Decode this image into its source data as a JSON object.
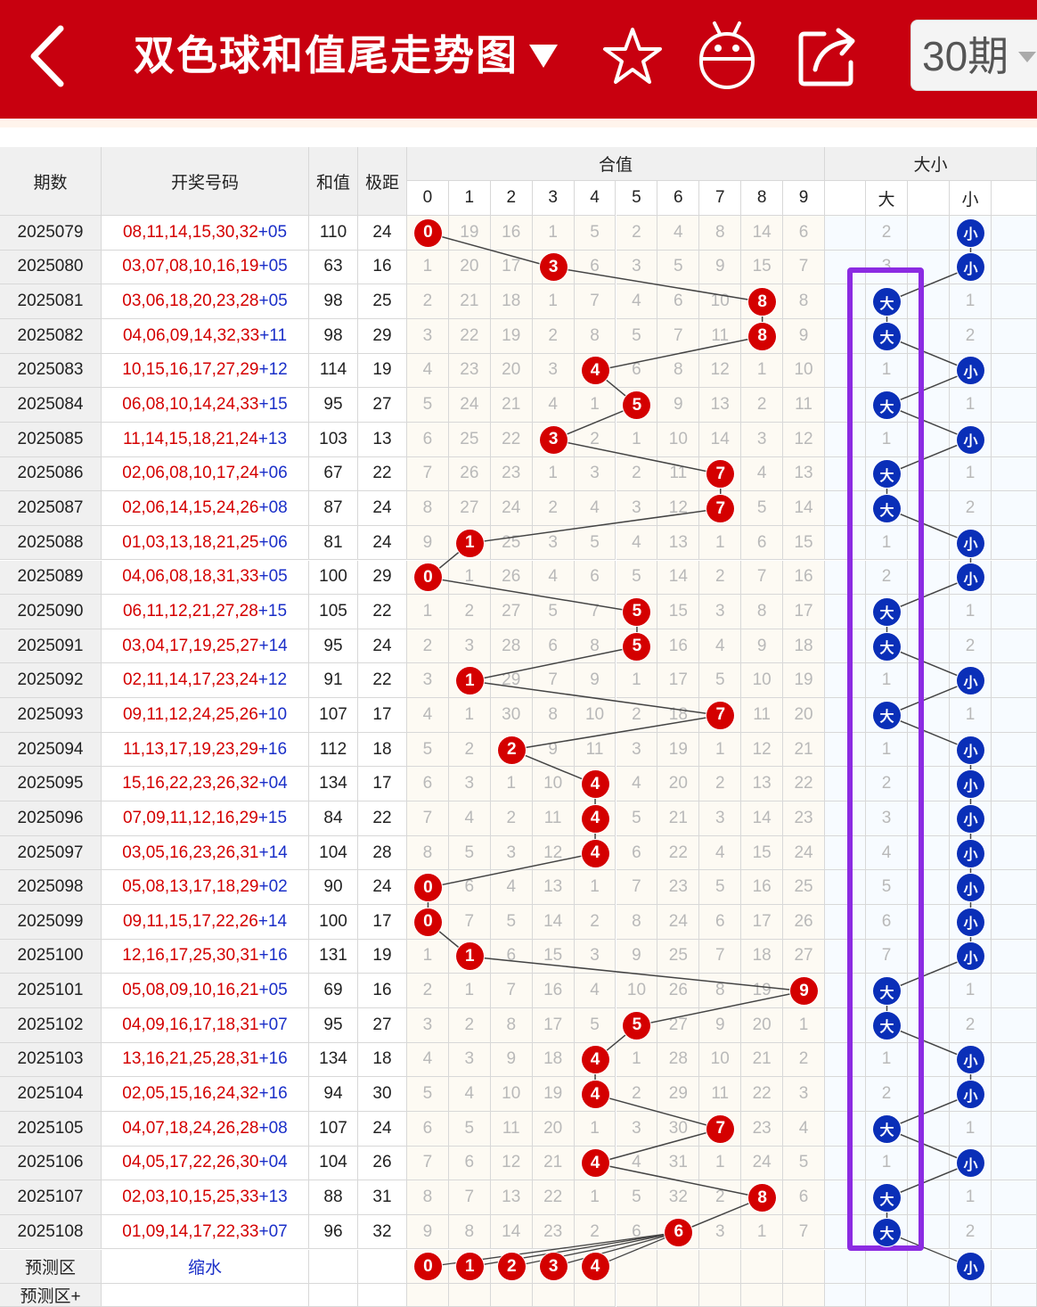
{
  "header": {
    "title": "双色球和值尾走势图",
    "period_label": "30期",
    "colors": {
      "bar": "#c8000f",
      "red_ball": "#d40000",
      "blue_ball": "#0a2fb8",
      "highlight": "#8b2be2"
    }
  },
  "table": {
    "headers": {
      "period": "期数",
      "numbers": "开奖号码",
      "sum": "和值",
      "span": "极距",
      "tail_group": "合值",
      "size_group": "大小",
      "big": "大",
      "small": "小"
    },
    "digits": [
      "0",
      "1",
      "2",
      "3",
      "4",
      "5",
      "6",
      "7",
      "8",
      "9"
    ],
    "rows": [
      {
        "period": "2025079",
        "reds": "08,11,14,15,30,32",
        "blue": "+05",
        "sum": "110",
        "span": "24",
        "tail": [
          0,
          19,
          16,
          1,
          5,
          2,
          4,
          8,
          14,
          6
        ],
        "big": 2,
        "small": "小"
      },
      {
        "period": "2025080",
        "reds": "03,07,08,10,16,19",
        "blue": "+05",
        "sum": "63",
        "span": "16",
        "tail": [
          1,
          20,
          17,
          3,
          6,
          3,
          5,
          9,
          15,
          7
        ],
        "big": 3,
        "small": "小"
      },
      {
        "period": "2025081",
        "reds": "03,06,18,20,23,28",
        "blue": "+05",
        "sum": "98",
        "span": "25",
        "tail": [
          2,
          21,
          18,
          1,
          7,
          4,
          6,
          10,
          8,
          8
        ],
        "big": "大",
        "small": 1
      },
      {
        "period": "2025082",
        "reds": "04,06,09,14,32,33",
        "blue": "+11",
        "sum": "98",
        "span": "29",
        "tail": [
          3,
          22,
          19,
          2,
          8,
          5,
          7,
          11,
          8,
          9
        ],
        "big": "大",
        "small": 2
      },
      {
        "period": "2025083",
        "reds": "10,15,16,17,27,29",
        "blue": "+12",
        "sum": "114",
        "span": "19",
        "tail": [
          4,
          23,
          20,
          3,
          4,
          6,
          8,
          12,
          1,
          10
        ],
        "big": 1,
        "small": "小"
      },
      {
        "period": "2025084",
        "reds": "06,08,10,14,24,33",
        "blue": "+15",
        "sum": "95",
        "span": "27",
        "tail": [
          5,
          24,
          21,
          4,
          1,
          5,
          9,
          13,
          2,
          11
        ],
        "big": "大",
        "small": 1
      },
      {
        "period": "2025085",
        "reds": "11,14,15,18,21,24",
        "blue": "+13",
        "sum": "103",
        "span": "13",
        "tail": [
          6,
          25,
          22,
          3,
          2,
          1,
          10,
          14,
          3,
          12
        ],
        "big": 1,
        "small": "小"
      },
      {
        "period": "2025086",
        "reds": "02,06,08,10,17,24",
        "blue": "+06",
        "sum": "67",
        "span": "22",
        "tail": [
          7,
          26,
          23,
          1,
          3,
          2,
          11,
          7,
          4,
          13
        ],
        "big": "大",
        "small": 1
      },
      {
        "period": "2025087",
        "reds": "02,06,14,15,24,26",
        "blue": "+08",
        "sum": "87",
        "span": "24",
        "tail": [
          8,
          27,
          24,
          2,
          4,
          3,
          12,
          7,
          5,
          14
        ],
        "big": "大",
        "small": 2
      },
      {
        "period": "2025088",
        "reds": "01,03,13,18,21,25",
        "blue": "+06",
        "sum": "81",
        "span": "24",
        "tail": [
          9,
          1,
          25,
          3,
          5,
          4,
          13,
          1,
          6,
          15
        ],
        "big": 1,
        "small": "小"
      },
      {
        "period": "2025089",
        "reds": "04,06,08,18,31,33",
        "blue": "+05",
        "sum": "100",
        "span": "29",
        "tail": [
          0,
          1,
          26,
          4,
          6,
          5,
          14,
          2,
          7,
          16
        ],
        "big": 2,
        "small": "小"
      },
      {
        "period": "2025090",
        "reds": "06,11,12,21,27,28",
        "blue": "+15",
        "sum": "105",
        "span": "22",
        "tail": [
          1,
          2,
          27,
          5,
          7,
          5,
          15,
          3,
          8,
          17
        ],
        "big": "大",
        "small": 1
      },
      {
        "period": "2025091",
        "reds": "03,04,17,19,25,27",
        "blue": "+14",
        "sum": "95",
        "span": "24",
        "tail": [
          2,
          3,
          28,
          6,
          8,
          5,
          16,
          4,
          9,
          18
        ],
        "big": "大",
        "small": 2
      },
      {
        "period": "2025092",
        "reds": "02,11,14,17,23,24",
        "blue": "+12",
        "sum": "91",
        "span": "22",
        "tail": [
          3,
          1,
          29,
          7,
          9,
          1,
          17,
          5,
          10,
          19
        ],
        "big": 1,
        "small": "小"
      },
      {
        "period": "2025093",
        "reds": "09,11,12,24,25,26",
        "blue": "+10",
        "sum": "107",
        "span": "17",
        "tail": [
          4,
          1,
          30,
          8,
          10,
          2,
          18,
          7,
          11,
          20
        ],
        "big": "大",
        "small": 1
      },
      {
        "period": "2025094",
        "reds": "11,13,17,19,23,29",
        "blue": "+16",
        "sum": "112",
        "span": "18",
        "tail": [
          5,
          2,
          2,
          9,
          11,
          3,
          19,
          1,
          12,
          21
        ],
        "big": 1,
        "small": "小"
      },
      {
        "period": "2025095",
        "reds": "15,16,22,23,26,32",
        "blue": "+04",
        "sum": "134",
        "span": "17",
        "tail": [
          6,
          3,
          1,
          10,
          4,
          4,
          20,
          2,
          13,
          22
        ],
        "big": 2,
        "small": "小"
      },
      {
        "period": "2025096",
        "reds": "07,09,11,12,16,29",
        "blue": "+15",
        "sum": "84",
        "span": "22",
        "tail": [
          7,
          4,
          2,
          11,
          4,
          5,
          21,
          3,
          14,
          23
        ],
        "big": 3,
        "small": "小"
      },
      {
        "period": "2025097",
        "reds": "03,05,16,23,26,31",
        "blue": "+14",
        "sum": "104",
        "span": "28",
        "tail": [
          8,
          5,
          3,
          12,
          4,
          6,
          22,
          4,
          15,
          24
        ],
        "big": 4,
        "small": "小"
      },
      {
        "period": "2025098",
        "reds": "05,08,13,17,18,29",
        "blue": "+02",
        "sum": "90",
        "span": "24",
        "tail": [
          0,
          6,
          4,
          13,
          1,
          7,
          23,
          5,
          16,
          25
        ],
        "big": 5,
        "small": "小"
      },
      {
        "period": "2025099",
        "reds": "09,11,15,17,22,26",
        "blue": "+14",
        "sum": "100",
        "span": "17",
        "tail": [
          0,
          7,
          5,
          14,
          2,
          8,
          24,
          6,
          17,
          26
        ],
        "big": 6,
        "small": "小"
      },
      {
        "period": "2025100",
        "reds": "12,16,17,25,30,31",
        "blue": "+16",
        "sum": "131",
        "span": "19",
        "tail": [
          1,
          1,
          6,
          15,
          3,
          9,
          25,
          7,
          18,
          27
        ],
        "big": 7,
        "small": "小"
      },
      {
        "period": "2025101",
        "reds": "05,08,09,10,16,21",
        "blue": "+05",
        "sum": "69",
        "span": "16",
        "tail": [
          2,
          1,
          7,
          16,
          4,
          10,
          26,
          8,
          19,
          9
        ],
        "big": "大",
        "small": 1
      },
      {
        "period": "2025102",
        "reds": "04,09,16,17,18,31",
        "blue": "+07",
        "sum": "95",
        "span": "27",
        "tail": [
          3,
          2,
          8,
          17,
          5,
          5,
          27,
          9,
          20,
          1
        ],
        "big": "大",
        "small": 2
      },
      {
        "period": "2025103",
        "reds": "13,16,21,25,28,31",
        "blue": "+16",
        "sum": "134",
        "span": "18",
        "tail": [
          4,
          3,
          9,
          18,
          4,
          1,
          28,
          10,
          21,
          2
        ],
        "big": 1,
        "small": "小"
      },
      {
        "period": "2025104",
        "reds": "02,05,15,16,24,32",
        "blue": "+16",
        "sum": "94",
        "span": "30",
        "tail": [
          5,
          4,
          10,
          19,
          4,
          2,
          29,
          11,
          22,
          3
        ],
        "big": 2,
        "small": "小"
      },
      {
        "period": "2025105",
        "reds": "04,07,18,24,26,28",
        "blue": "+08",
        "sum": "107",
        "span": "24",
        "tail": [
          6,
          5,
          11,
          20,
          1,
          3,
          30,
          7,
          23,
          4
        ],
        "big": "大",
        "small": 1
      },
      {
        "period": "2025106",
        "reds": "04,05,17,22,26,30",
        "blue": "+04",
        "sum": "104",
        "span": "26",
        "tail": [
          7,
          6,
          12,
          21,
          4,
          4,
          31,
          1,
          24,
          5
        ],
        "big": 1,
        "small": "小"
      },
      {
        "period": "2025107",
        "reds": "02,03,10,15,25,33",
        "blue": "+13",
        "sum": "88",
        "span": "31",
        "tail": [
          8,
          7,
          13,
          22,
          1,
          5,
          32,
          2,
          8,
          6
        ],
        "big": "大",
        "small": 1
      },
      {
        "period": "2025108",
        "reds": "01,09,14,17,22,33",
        "blue": "+07",
        "sum": "96",
        "span": "32",
        "tail": [
          9,
          8,
          14,
          23,
          2,
          6,
          6,
          3,
          1,
          7
        ],
        "big": "大",
        "small": 2
      }
    ],
    "hits": [
      0,
      3,
      8,
      8,
      4,
      5,
      3,
      7,
      7,
      1,
      0,
      5,
      5,
      1,
      7,
      2,
      4,
      4,
      4,
      0,
      0,
      1,
      9,
      5,
      4,
      4,
      7,
      4,
      8,
      6
    ],
    "size": [
      "小",
      "小",
      "大",
      "大",
      "小",
      "大",
      "小",
      "大",
      "大",
      "小",
      "小",
      "大",
      "大",
      "小",
      "大",
      "小",
      "小",
      "小",
      "小",
      "小",
      "小",
      "小",
      "大",
      "大",
      "小",
      "小",
      "大",
      "小",
      "大",
      "大"
    ],
    "predict": {
      "label": "预测区",
      "link": "缩水",
      "balls": [
        "0",
        "1",
        "2",
        "3",
        "4"
      ],
      "small_ball": "小"
    },
    "predict_plus": {
      "label": "预测区+"
    }
  }
}
